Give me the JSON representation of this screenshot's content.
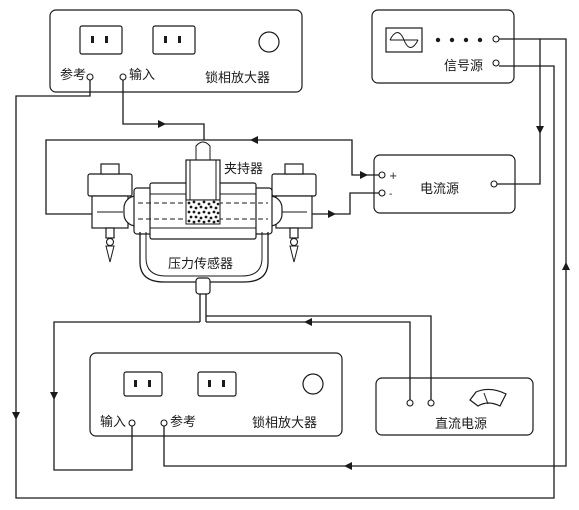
{
  "top_lockin": {
    "name": "锁相放大器",
    "reference_label": "参考",
    "input_label": "输入"
  },
  "signal_source": {
    "name": "信号源"
  },
  "current_source": {
    "name": "电流源",
    "plus_symbol": "+",
    "minus_symbol": "-"
  },
  "clamp": {
    "name": "夹持器"
  },
  "pressure_sensor": {
    "name": "压力传感器"
  },
  "bottom_lockin": {
    "name": "锁相放大器",
    "input_label": "输入",
    "reference_label": "参考"
  },
  "dc_power": {
    "name": "直流电源"
  }
}
